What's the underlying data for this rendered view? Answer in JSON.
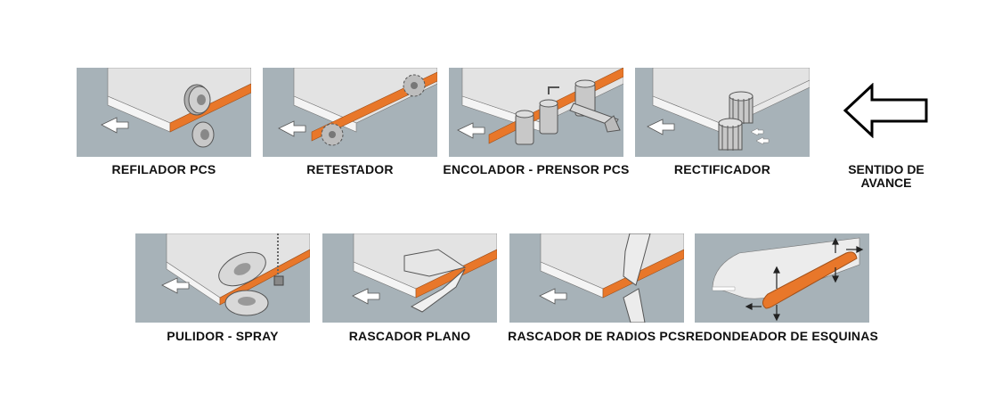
{
  "stations_row1": [
    {
      "label": "REFILADOR PCS",
      "tool": "trimming-rollers"
    },
    {
      "label": "RETESTADOR",
      "tool": "end-cutting-saws"
    },
    {
      "label": "ENCOLADOR - PRENSOR PCS",
      "tool": "glue-pressure-rollers"
    },
    {
      "label": "RECTIFICADOR",
      "tool": "pre-milling-cutters"
    }
  ],
  "stations_row2": [
    {
      "label": "PULIDOR - SPRAY",
      "tool": "polishing-wheels"
    },
    {
      "label": "RASCADOR PLANO",
      "tool": "flat-scraper"
    },
    {
      "label": "RASCADOR DE RADIOS PCS",
      "tool": "radius-scraper"
    },
    {
      "label": "REDONDEADOR DE ESQUINAS",
      "tool": "corner-rounder"
    }
  ],
  "direction": {
    "label": "SENTIDO DE AVANCE",
    "icon": "left-arrow-icon"
  },
  "colors": {
    "edge_band": "#e8772a",
    "tile_bg": "#a7b2b8",
    "panel": "#e3e3e3"
  }
}
